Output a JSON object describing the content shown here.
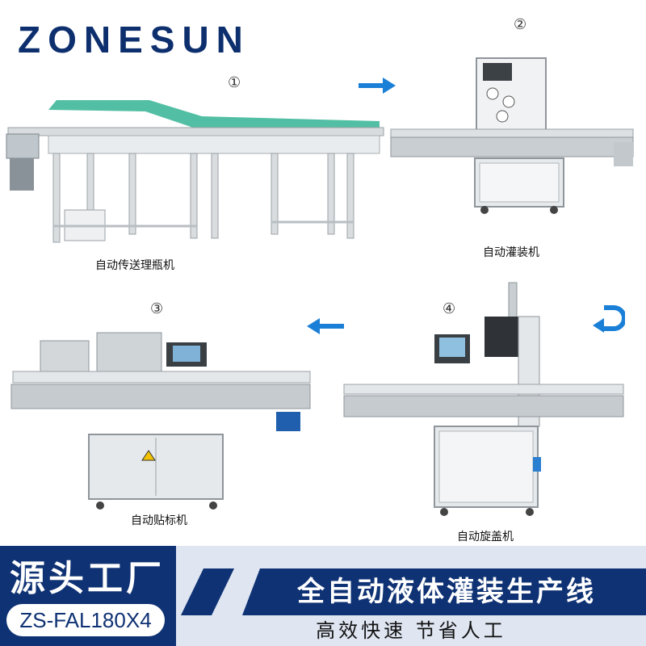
{
  "brand": {
    "name": "ZONESUN"
  },
  "steps": [
    {
      "number": "①",
      "caption": "自动传送理瓶机"
    },
    {
      "number": "②",
      "caption": "自动灌装机"
    },
    {
      "number": "③",
      "caption": "自动贴标机"
    },
    {
      "number": "④",
      "caption": "自动旋盖机"
    }
  ],
  "banner": {
    "factory": "源头工厂",
    "model": "ZS-FAL180X4",
    "title": "全自动液体灌装生产线",
    "slogan": "高效快速  节省人工"
  },
  "colors": {
    "brand_blue": "#0f3274",
    "arrow_blue": "#1a7fd6",
    "banner_light": "#dfe6f2"
  }
}
